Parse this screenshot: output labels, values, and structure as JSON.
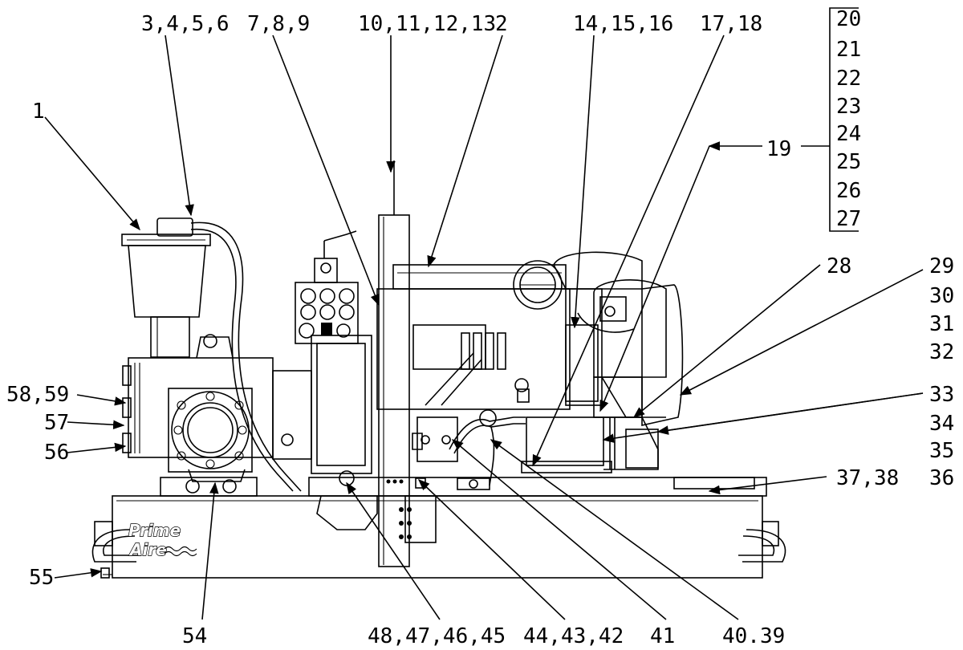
{
  "diagram": {
    "callouts": {
      "c1": "1",
      "c3456": "3,4,5,6",
      "c789": "7,8,9",
      "c10_13": "10,11,12,13",
      "c2": "2",
      "c141516": "14,15,16",
      "c1718": "17,18",
      "c19": "19",
      "c20": "20",
      "c21": "21",
      "c22": "22",
      "c23": "23",
      "c24": "24",
      "c25": "25",
      "c26": "26",
      "c27": "27",
      "c28": "28",
      "c29": "29",
      "c30": "30",
      "c31": "31",
      "c32": "32",
      "c33": "33",
      "c34": "34",
      "c35": "35",
      "c36": "36",
      "c3738": "37,38",
      "c5859": "58,59",
      "c57": "57",
      "c56": "56",
      "c55": "55",
      "c54": "54",
      "c48_45": "48,47,46,45",
      "c44_42": "44,43,42",
      "c41": "41",
      "c4039": "40.39"
    },
    "logo": {
      "line1": "Prime",
      "line2": "Aire"
    }
  }
}
